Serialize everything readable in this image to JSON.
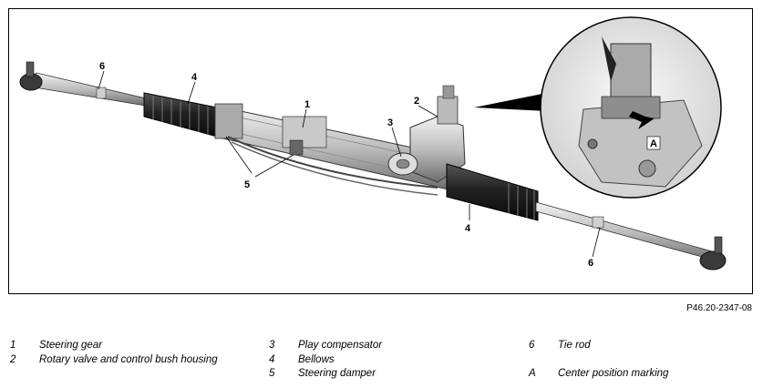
{
  "figure": {
    "reference": "P46.20-2347-08",
    "callouts": {
      "c1": "1",
      "c2": "2",
      "c3": "3",
      "c4a": "4",
      "c4b": "4",
      "c5": "5",
      "c6a": "6",
      "c6b": "6",
      "cA": "A"
    }
  },
  "legend": [
    {
      "num": "1",
      "label": "Steering gear"
    },
    {
      "num": "2",
      "label": "Rotary valve and control bush housing"
    },
    {
      "num": "3",
      "label": "Play compensator"
    },
    {
      "num": "4",
      "label": "Bellows"
    },
    {
      "num": "5",
      "label": "Steering damper"
    },
    {
      "num": "6",
      "label": "Tie rod"
    },
    {
      "num": "A",
      "label": "Center position marking"
    }
  ]
}
